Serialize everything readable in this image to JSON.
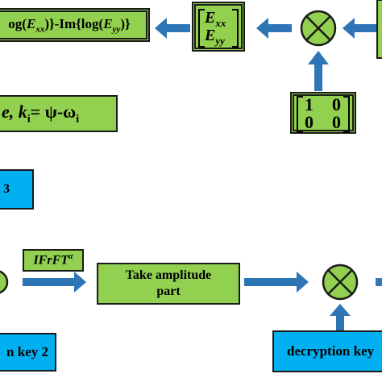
{
  "colors": {
    "box_green": "#92d050",
    "box_blue": "#00b0f0",
    "arrow": "#2e75b6",
    "stroke": "#1a1a1a"
  },
  "boxes": {
    "log_difference": {
      "part1": "og(",
      "e1": "E",
      "s1": "xx",
      "part2": ")}-Im{log(",
      "e2": "E",
      "s2": "yy",
      "part3": ")}"
    },
    "matrix_e": {
      "row1_e": "E",
      "row1_s": "xx",
      "row2_e": "E",
      "row2_s": "yy"
    },
    "matrix_mask": {
      "a11": "1",
      "a12": "0",
      "a21": "0",
      "a22": "0"
    },
    "phase_key": {
      "prefix": "e, ",
      "k": "k",
      "sub_i": "i",
      "eq": "= ψ-ω",
      "sub_i2": "i"
    },
    "partial_3": "3",
    "ifrft": {
      "label": "IFrFT",
      "superscript": "α"
    },
    "take_amplitude": {
      "line1": "Take amplitude",
      "line2": "part"
    },
    "key2": "n key 2",
    "decryption_key": "decryption key"
  },
  "operators": {
    "multiply_symbol": "⊗"
  }
}
